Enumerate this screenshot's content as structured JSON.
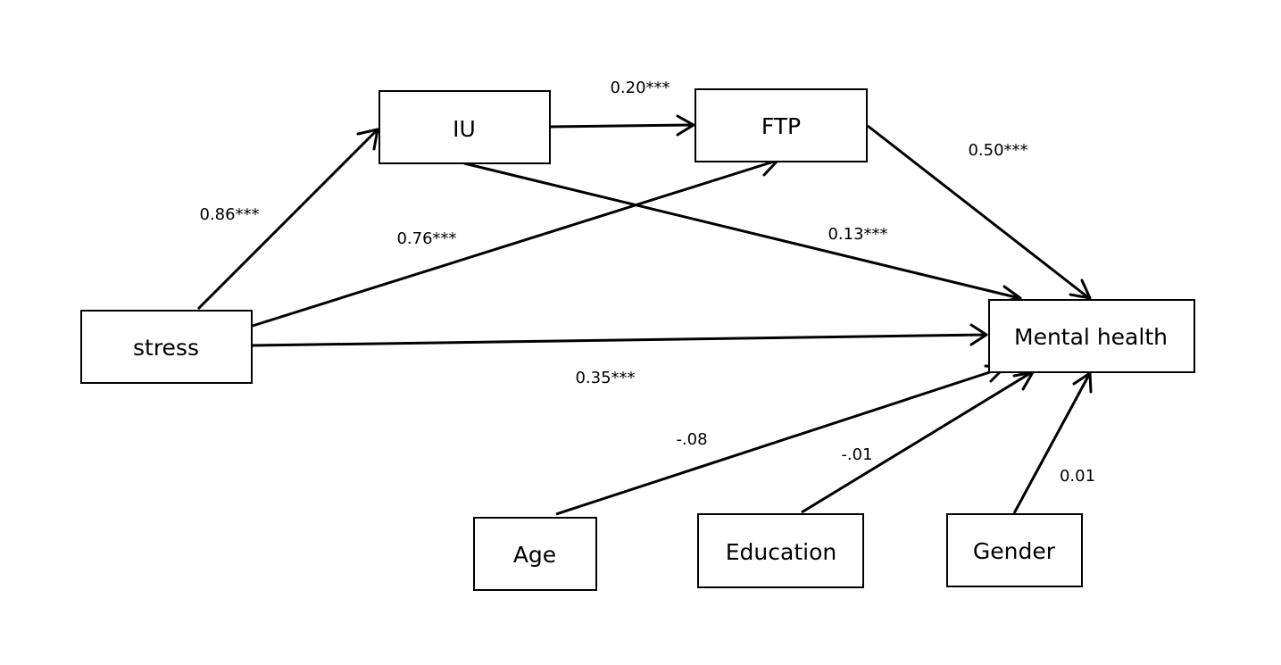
{
  "nodes": {
    "stress": "stress",
    "iu": "IU",
    "ftp": "FTP",
    "mental_health": "Mental health",
    "age": "Age",
    "education": "Education",
    "gender": "Gender"
  },
  "paths": {
    "stress_to_iu": "0.86***",
    "iu_to_ftp": "0.20***",
    "ftp_to_mental_health": "0.50***",
    "stress_to_ftp": "0.76***",
    "iu_to_mental_health": "0.13***",
    "stress_to_mental_health": "0.35***",
    "age_to_mental_health": "-.08",
    "education_to_mental_health": "-.01",
    "gender_to_mental_health": "0.01"
  },
  "colors": {
    "stroke": "#000000",
    "background": "#ffffff"
  }
}
